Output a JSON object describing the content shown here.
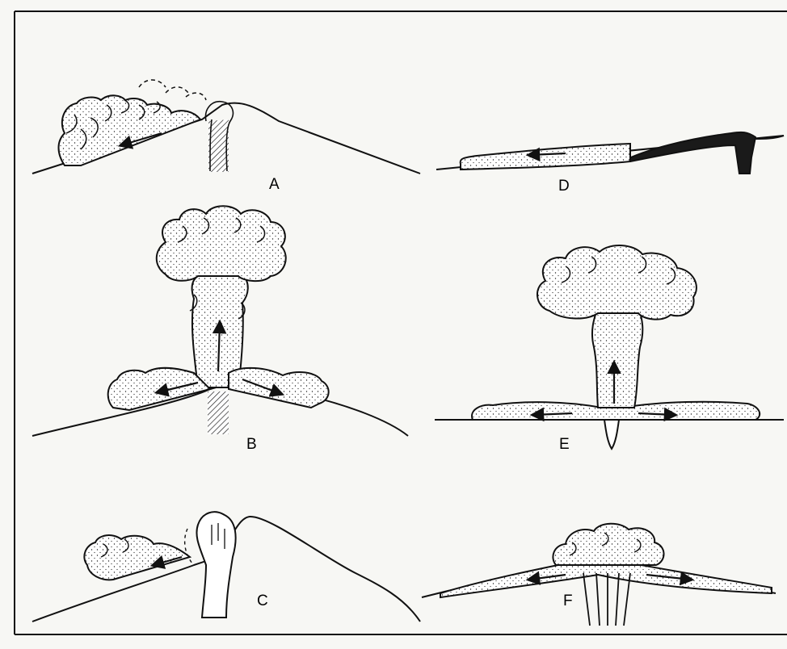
{
  "figure": {
    "ink_color": "#111111",
    "paper_color": "#f7f7f4",
    "fill_color": "#ffffff",
    "dark_fill_color": "#1a1a1a",
    "panels": [
      {
        "id": "A",
        "label": "A"
      },
      {
        "id": "B",
        "label": "B"
      },
      {
        "id": "C",
        "label": "C"
      },
      {
        "id": "D",
        "label": "D"
      },
      {
        "id": "E",
        "label": "E"
      },
      {
        "id": "F",
        "label": "F"
      }
    ]
  }
}
